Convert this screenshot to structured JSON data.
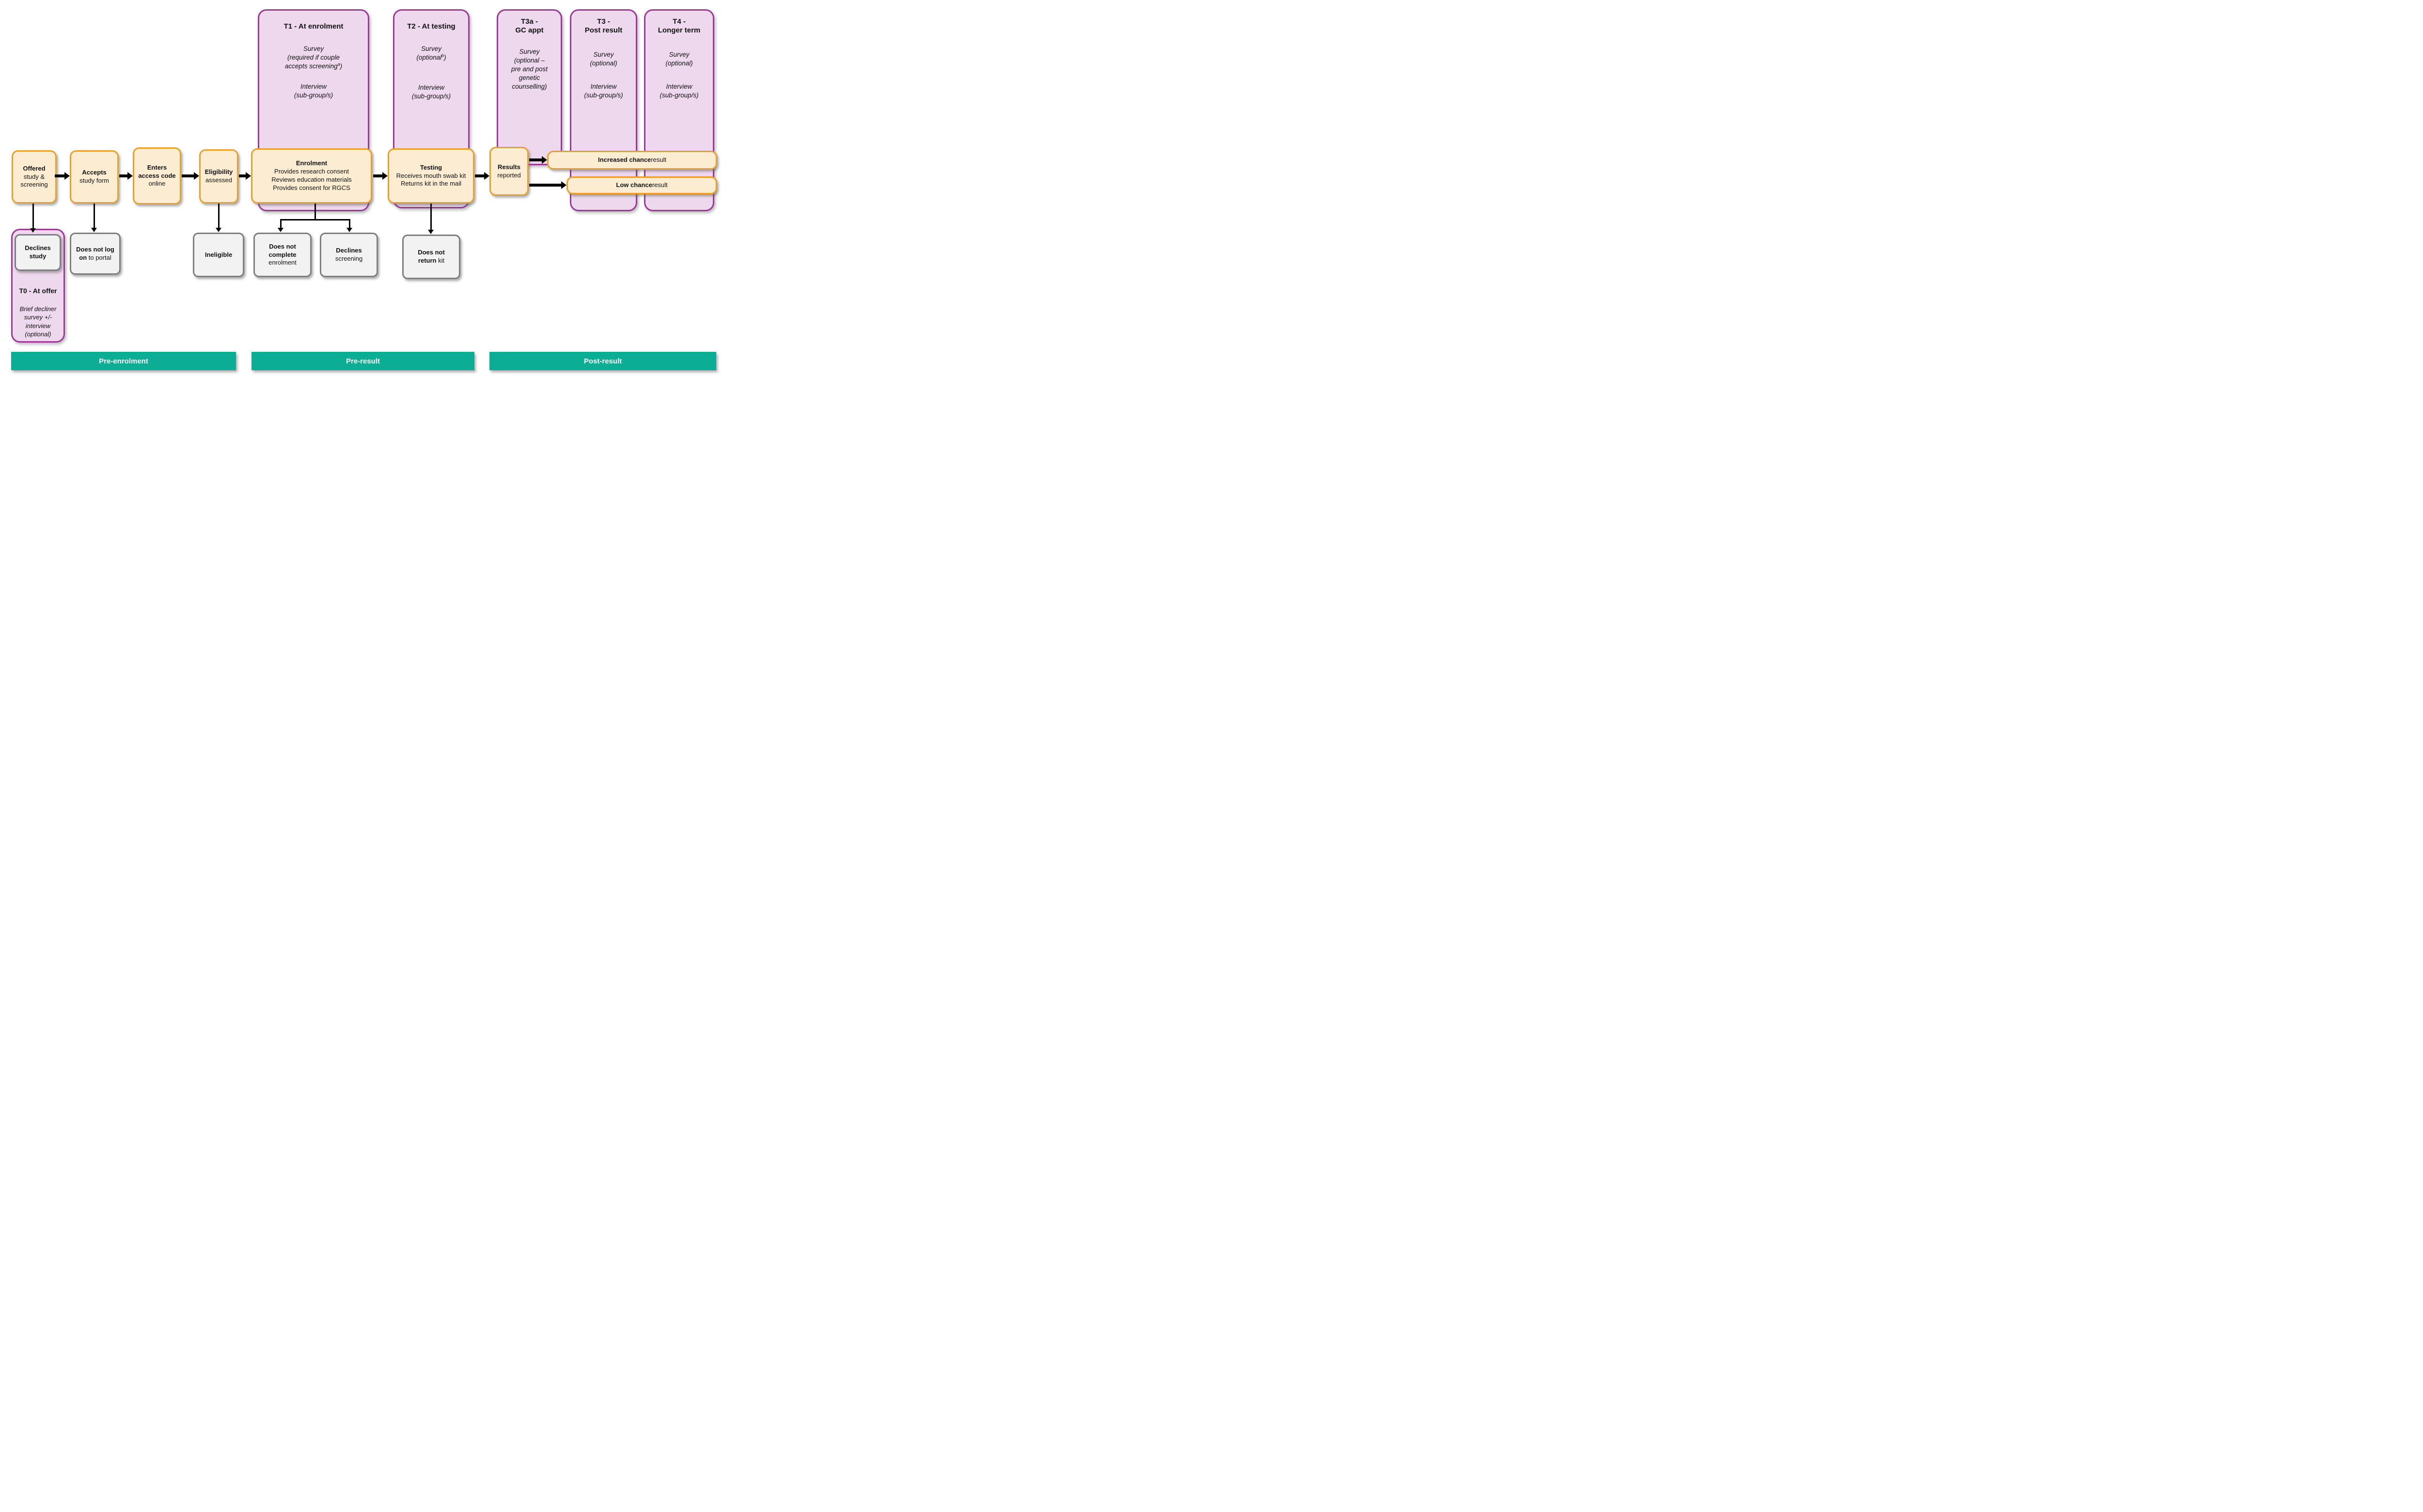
{
  "palette": {
    "teal": "#0bad94",
    "purple_border": "#9d3a97",
    "purple_fill": "#eed8ee",
    "orange_border": "#eaa02f",
    "orange_fill": "#fbecd2",
    "gray_border": "#7f7f7f",
    "gray_fill": "#f2f2f2",
    "arrow": "#000000"
  },
  "timepoints": {
    "t1": {
      "title": "T1 - At enrolment",
      "survey_l1": "Survey",
      "survey_l2": "(required if couple",
      "survey_l3_text": "accepts screening",
      "survey_l3_sup": "a",
      "survey_l3_close": ")",
      "interview_l1": "Interview",
      "interview_l2": "(sub-group/s)"
    },
    "t2": {
      "title": "T2 - At testing",
      "survey_l1": "Survey",
      "survey_l2_text": "(optional",
      "survey_l2_sup": "b",
      "survey_l2_close": ")",
      "interview_l1": "Interview",
      "interview_l2": "(sub-group/s)"
    },
    "t3a": {
      "title_l1": "T3a -",
      "title_l2": "GC appt",
      "survey_l1": "Survey",
      "survey_l2": "(optional –",
      "survey_l3": "pre and post",
      "survey_l4": "genetic",
      "survey_l5": "counselling)"
    },
    "t3": {
      "title_l1": "T3 -",
      "title_l2": "Post result",
      "survey_l1": "Survey",
      "survey_l2": "(optional)",
      "interview_l1": "Interview",
      "interview_l2": "(sub-group/s)"
    },
    "t4": {
      "title_l1": "T4 -",
      "title_l2": "Longer term",
      "survey_l1": "Survey",
      "survey_l2": "(optional)",
      "interview_l1": "Interview",
      "interview_l2": "(sub-group/s)"
    },
    "t0": {
      "title": "T0 - At offer",
      "body_l1": "Brief decliner",
      "body_l2": "survey +/-",
      "body_l3": "interview",
      "body_l4": "(optional)"
    }
  },
  "flow": {
    "offered": {
      "bold": "Offered",
      "rest_l1": "study &",
      "rest_l2": "screening"
    },
    "accepts": {
      "bold": "Accepts",
      "rest": "study form"
    },
    "enters": {
      "bold_l1": "Enters",
      "bold_l2": "access code",
      "rest": "online"
    },
    "eligibility": {
      "bold": "Eligibility",
      "rest": "assessed"
    },
    "enrolment": {
      "title": "Enrolment",
      "line1": "Provides research consent",
      "line2": "Reviews education materials",
      "line3": "Provides consent for RGCS"
    },
    "testing": {
      "title": "Testing",
      "line1": "Receives mouth swab kit",
      "line2": "Returns kit in the mail"
    },
    "results": {
      "bold": "Results",
      "rest": "reported"
    },
    "increased": {
      "bold": "Increased chance",
      "rest": " result"
    },
    "low": {
      "bold": "Low chance",
      "rest": " result"
    }
  },
  "dropouts": {
    "declines_study": {
      "bold": "Declines study"
    },
    "no_logon": {
      "bold": "Does not log on",
      "rest": " to portal"
    },
    "ineligible": {
      "bold": "Ineligible"
    },
    "no_complete": {
      "bold": "Does not complete",
      "rest": " enrolment"
    },
    "declines_screening": {
      "bold": "Declines",
      "rest": " screening"
    },
    "no_return": {
      "bold": "Does not return",
      "rest": " kit"
    }
  },
  "phases": {
    "pre_enrolment": "Pre-enrolment",
    "pre_result": "Pre-result",
    "post_result": "Post-result"
  }
}
